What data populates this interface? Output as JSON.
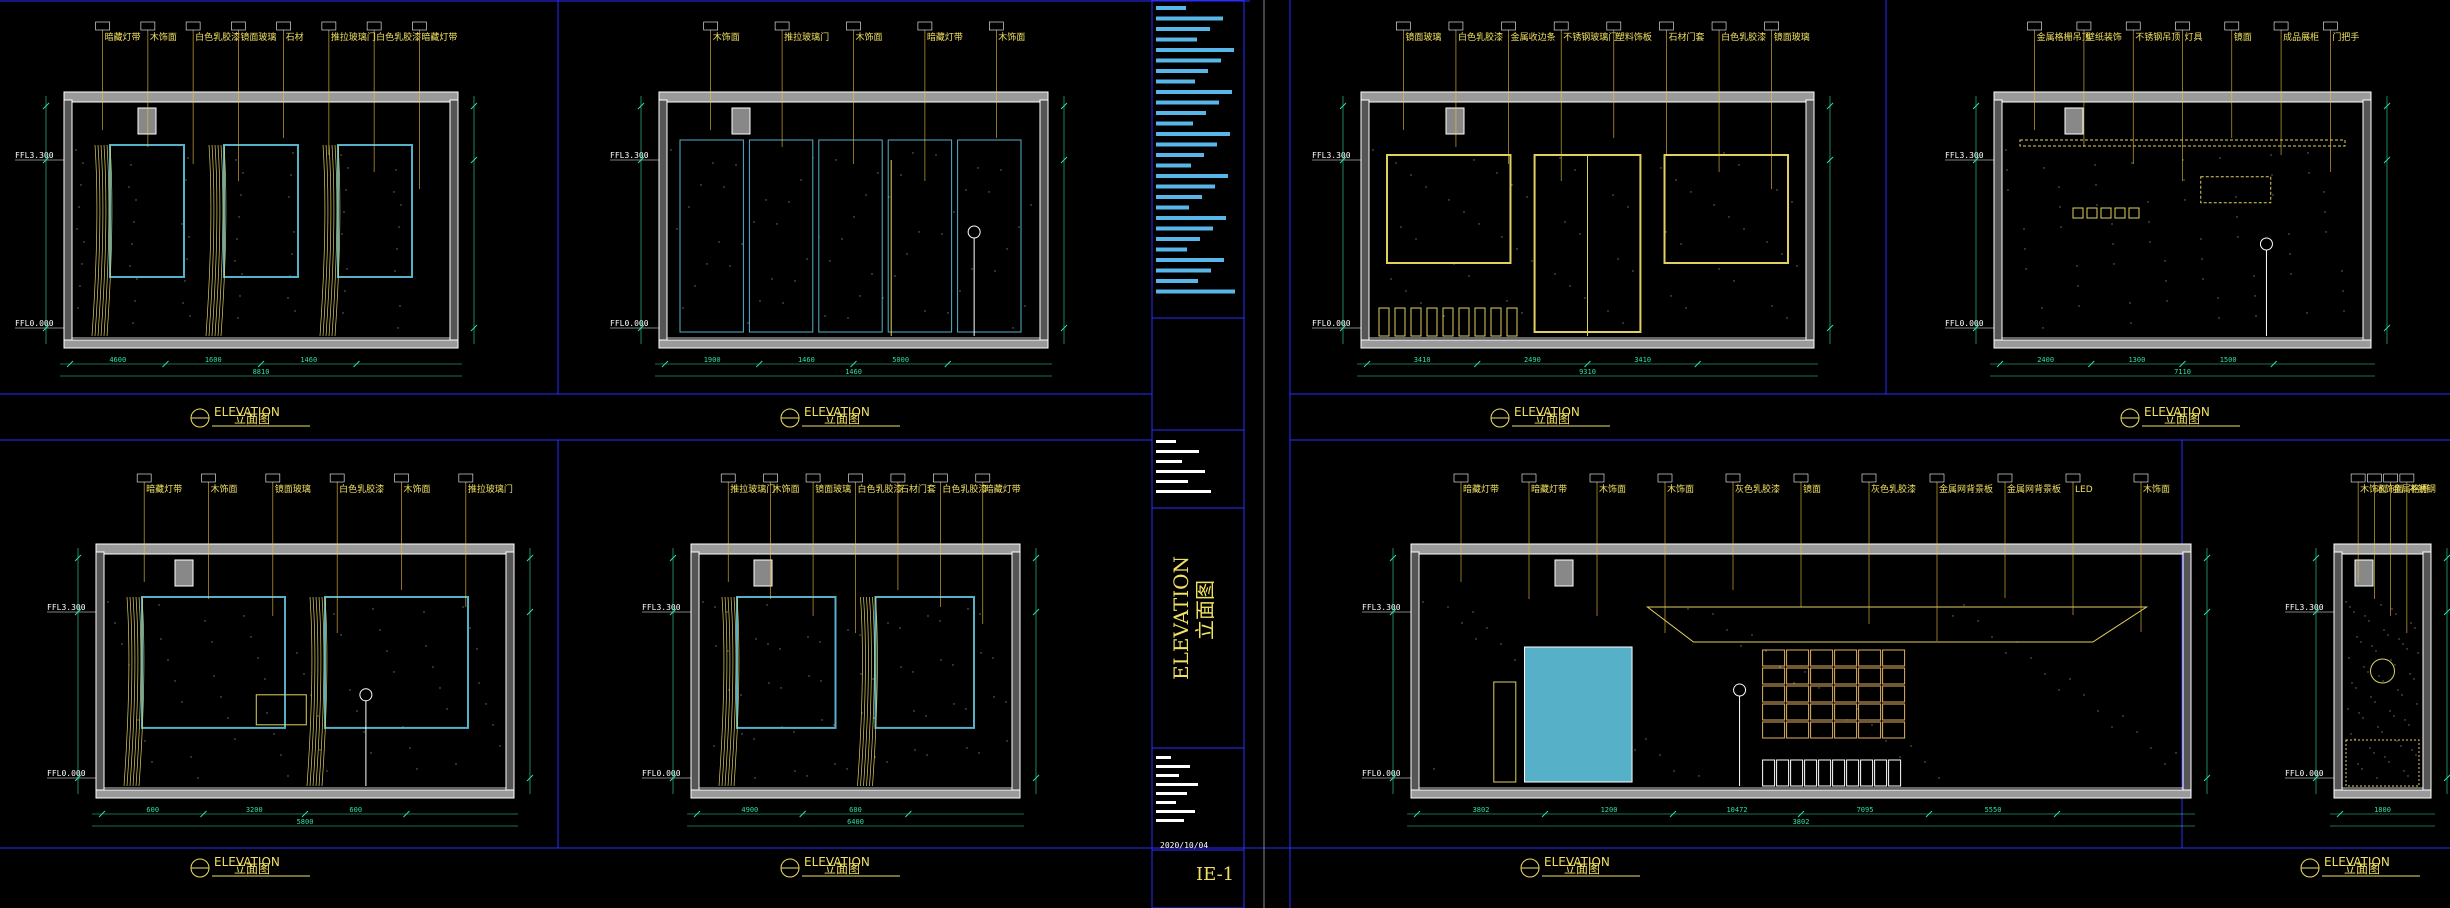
{
  "title_block": {
    "sheet_title_en": "ELEVATION",
    "sheet_title_cn": "立面图",
    "date": "2020/10/04",
    "sheet_number": "IE-1"
  },
  "floor_levels": {
    "ceiling": "FFL3.300",
    "floor": "FFL0.000"
  },
  "elevations": [
    {
      "title": "ELEVATION",
      "subtitle": "立面图",
      "notes": [
        "暗藏灯带",
        "木饰面",
        "白色乳胶漆",
        "镜面玻璃",
        "石材",
        "推拉玻璃门",
        "白色乳胶漆",
        "暗藏灯带"
      ],
      "dims": [
        "4600",
        "1600",
        "1460",
        "8810"
      ]
    },
    {
      "title": "ELEVATION",
      "subtitle": "立面图",
      "notes": [
        "木饰面",
        "推拉玻璃门",
        "木饰面",
        "暗藏灯带",
        "木饰面"
      ],
      "dims": [
        "1900",
        "1460",
        "5000",
        "1460"
      ]
    },
    {
      "title": "ELEVATION",
      "subtitle": "立面图",
      "notes": [
        "镜面玻璃",
        "白色乳胶漆",
        "金属收边条",
        "不锈钢玻璃门",
        "塑料饰板",
        "石材门套",
        "白色乳胶漆",
        "镜面玻璃"
      ],
      "dims": [
        "3410",
        "2490",
        "3410",
        "9310"
      ]
    },
    {
      "title": "ELEVATION",
      "subtitle": "立面图",
      "notes": [
        "金属格栅吊顶",
        "壁纸装饰",
        "不锈钢吊顶",
        "灯具",
        "镜面",
        "成品展柜",
        "门把手"
      ],
      "dims": [
        "2400",
        "1300",
        "1500",
        "7110"
      ]
    },
    {
      "title": "ELEVATION",
      "subtitle": "立面图",
      "notes": [
        "暗藏灯带",
        "木饰面",
        "镜面玻璃",
        "白色乳胶漆",
        "木饰面",
        "推拉玻璃门"
      ],
      "dims": [
        "600",
        "3200",
        "600",
        "5800"
      ]
    },
    {
      "title": "ELEVATION",
      "subtitle": "立面图",
      "notes": [
        "推拉玻璃门",
        "木饰面",
        "镜面玻璃",
        "白色乳胶漆",
        "石材门套",
        "白色乳胶漆",
        "暗藏灯带"
      ],
      "dims": [
        "4900",
        "600",
        "6400"
      ]
    },
    {
      "title": "ELEVATION",
      "subtitle": "立面图",
      "notes": [
        "暗藏灯带",
        "暗藏灯带",
        "木饰面",
        "木饰面",
        "灰色乳胶漆",
        "镜面",
        "灰色乳胶漆",
        "金属网背景板",
        "金属网背景板",
        "LED",
        "木饰面"
      ],
      "dims": [
        "3802",
        "1200",
        "10472",
        "7095",
        "5550",
        "3802"
      ]
    },
    {
      "title": "ELEVATION",
      "subtitle": "立面图",
      "notes": [
        "木饰面",
        "木饰面",
        "金属格栅",
        "不锈钢"
      ],
      "dims": [
        "1800"
      ]
    }
  ],
  "colors": {
    "frame": "#2c2cff",
    "outline": "#ffffff",
    "leader": "#f0c040",
    "dimension": "#30e0a0",
    "glass": "#55b0c8",
    "title_bars": "#58b6e8"
  }
}
